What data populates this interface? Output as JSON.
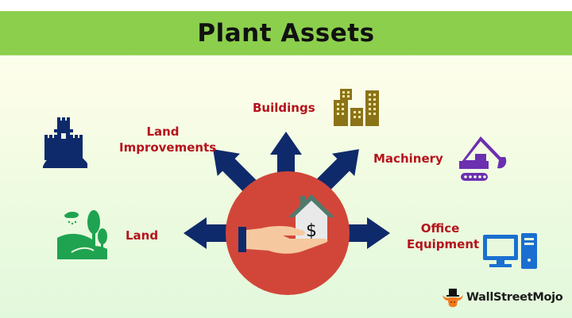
{
  "title": "Plant Assets",
  "colors": {
    "banner": "#8ccf4d",
    "title_text": "#111111",
    "label_text": "#b5121b",
    "arrow": "#0f2a6b",
    "center_circle": "#d2463a",
    "building_icon": "#8b7317",
    "machinery_icon": "#6b2fb0",
    "computer_icon": "#1a6fd0",
    "land_icon": "#1fa351",
    "castle_icon": "#0f2a6b"
  },
  "center": {
    "icon": "hand-holding-house-dollar-icon",
    "symbol": "$"
  },
  "assets": [
    {
      "id": "buildings",
      "label_lines": [
        "Buildings"
      ],
      "icon": "buildings-icon",
      "arrow_direction": "up"
    },
    {
      "id": "machinery",
      "label_lines": [
        "Machinery"
      ],
      "icon": "excavator-icon",
      "arrow_direction": "up-right"
    },
    {
      "id": "office-equipment",
      "label_lines": [
        "Office",
        "Equipment"
      ],
      "icon": "desktop-computer-icon",
      "arrow_direction": "right"
    },
    {
      "id": "land",
      "label_lines": [
        "Land"
      ],
      "icon": "landscape-trees-icon",
      "arrow_direction": "left"
    },
    {
      "id": "land-improvements",
      "label_lines": [
        "Land",
        "Improvements"
      ],
      "icon": "castle-icon",
      "arrow_direction": "up-left"
    }
  ],
  "brand": {
    "name": "WallStreetMojo",
    "icon": "bull-tophat-icon"
  }
}
